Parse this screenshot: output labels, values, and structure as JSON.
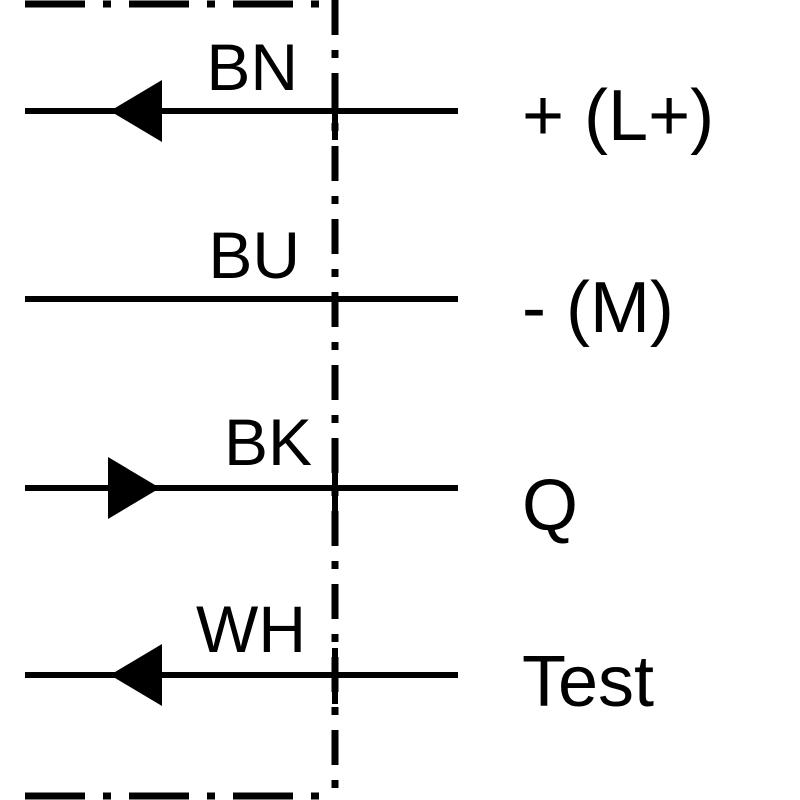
{
  "wires": [
    {
      "code": "BN",
      "signal": "+ (L+)",
      "arrow": "left",
      "junction": true
    },
    {
      "code": "BU",
      "signal": "- (M)",
      "arrow": "none",
      "junction": false
    },
    {
      "code": "BK",
      "signal": "Q",
      "arrow": "right",
      "junction": true
    },
    {
      "code": "WH",
      "signal": "Test",
      "arrow": "left",
      "junction": true
    }
  ],
  "colors": {
    "line": "#000000",
    "background": "#ffffff"
  }
}
